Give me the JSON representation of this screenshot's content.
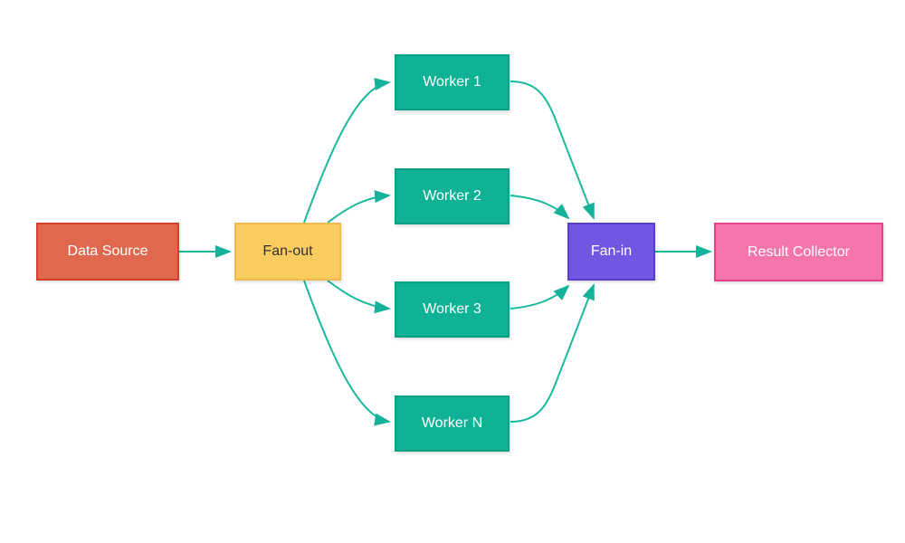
{
  "diagram": {
    "type": "flowchart",
    "direction": "left-to-right",
    "background": "#ffffff",
    "edge_color": "#1ab99e",
    "nodes": [
      {
        "id": "data-source",
        "label": "Data Source",
        "fill": "#e0684e",
        "border": "#d2402f",
        "text_color": "#ffffff"
      },
      {
        "id": "fan-out",
        "label": "Fan-out",
        "fill": "#f9cc5f",
        "border": "#efba4d",
        "text_color": "#333333"
      },
      {
        "id": "worker-1",
        "label": "Worker 1",
        "fill": "#0fb295",
        "border": "#0aa083",
        "text_color": "#ffffff"
      },
      {
        "id": "worker-2",
        "label": "Worker 2",
        "fill": "#0fb295",
        "border": "#0aa083",
        "text_color": "#ffffff"
      },
      {
        "id": "worker-3",
        "label": "Worker 3",
        "fill": "#0fb295",
        "border": "#0aa083",
        "text_color": "#ffffff"
      },
      {
        "id": "worker-n",
        "label": "Worker N",
        "fill": "#0fb295",
        "border": "#0aa083",
        "text_color": "#ffffff"
      },
      {
        "id": "fan-in",
        "label": "Fan-in",
        "fill": "#7156e2",
        "border": "#5a3ec6",
        "text_color": "#ffffff"
      },
      {
        "id": "result-collector",
        "label": "Result Collector",
        "fill": "#f474ac",
        "border": "#e8428a",
        "text_color": "#ffffff"
      }
    ],
    "edges": [
      {
        "from": "Data Source",
        "to": "Fan-out"
      },
      {
        "from": "Fan-out",
        "to": "Worker 1"
      },
      {
        "from": "Fan-out",
        "to": "Worker 2"
      },
      {
        "from": "Fan-out",
        "to": "Worker 3"
      },
      {
        "from": "Fan-out",
        "to": "Worker N"
      },
      {
        "from": "Worker 1",
        "to": "Fan-in"
      },
      {
        "from": "Worker 2",
        "to": "Fan-in"
      },
      {
        "from": "Worker 3",
        "to": "Fan-in"
      },
      {
        "from": "Worker N",
        "to": "Fan-in"
      },
      {
        "from": "Fan-in",
        "to": "Result Collector"
      }
    ]
  }
}
